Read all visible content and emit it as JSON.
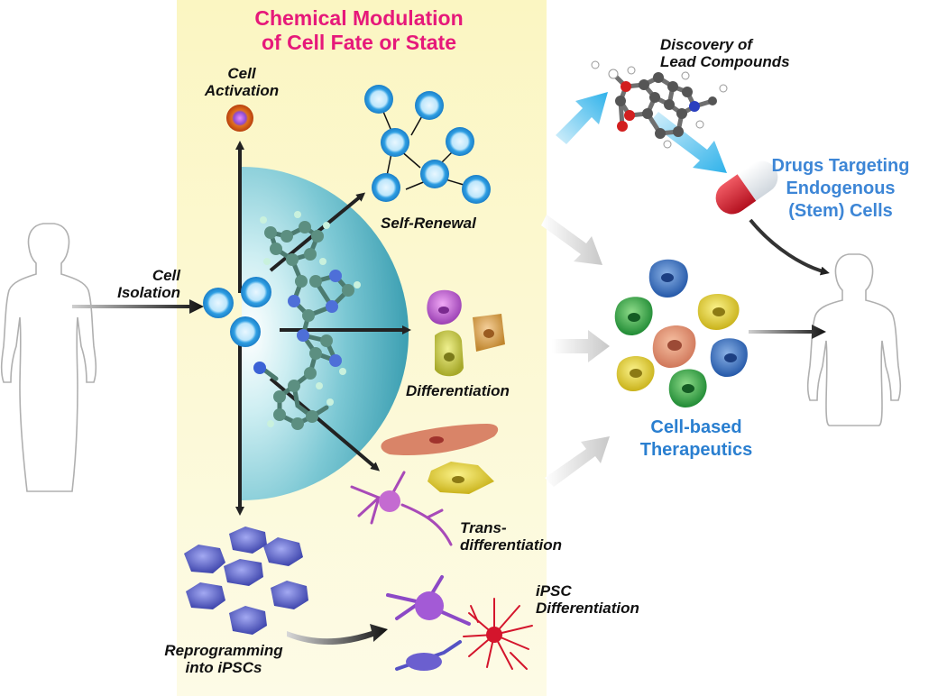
{
  "title": {
    "line1": "Chemical Modulation",
    "line2": "of Cell Fate or State"
  },
  "labels": {
    "cell_activation": [
      "Cell",
      "Activation"
    ],
    "cell_isolation": [
      "Cell",
      "Isolation"
    ],
    "self_renewal": "Self-Renewal",
    "differentiation": "Differentiation",
    "transdifferentiation": [
      "Trans-",
      "differentiation"
    ],
    "reprogramming": [
      "Reprogramming",
      "into iPSCs"
    ],
    "ipsc_differentiation": [
      "iPSC",
      "Differentiation"
    ],
    "discovery": [
      "Discovery of",
      "Lead Compounds"
    ],
    "drugs": [
      "Drugs Targeting",
      "Endogenous",
      "(Stem) Cells"
    ],
    "cell_therapeutics": [
      "Cell-based",
      "Therapeutics"
    ]
  },
  "colors": {
    "title": "#e6197a",
    "panel": "#fbf6c2",
    "dome": "#58b9c9",
    "stem_cell": "#3aaee8",
    "blue_text": "#2a7fd0",
    "drug_text": "#3d86d6",
    "pill_red": "#d7182a",
    "ipsc": "#5b63c9",
    "arrow_blue": "#3db8ec"
  },
  "icons": [
    "human-silhouette-left",
    "human-silhouette-right",
    "molecule",
    "pill",
    "lead-compound-molecule",
    "neuron",
    "muscle-cell",
    "ipsc-colony"
  ]
}
